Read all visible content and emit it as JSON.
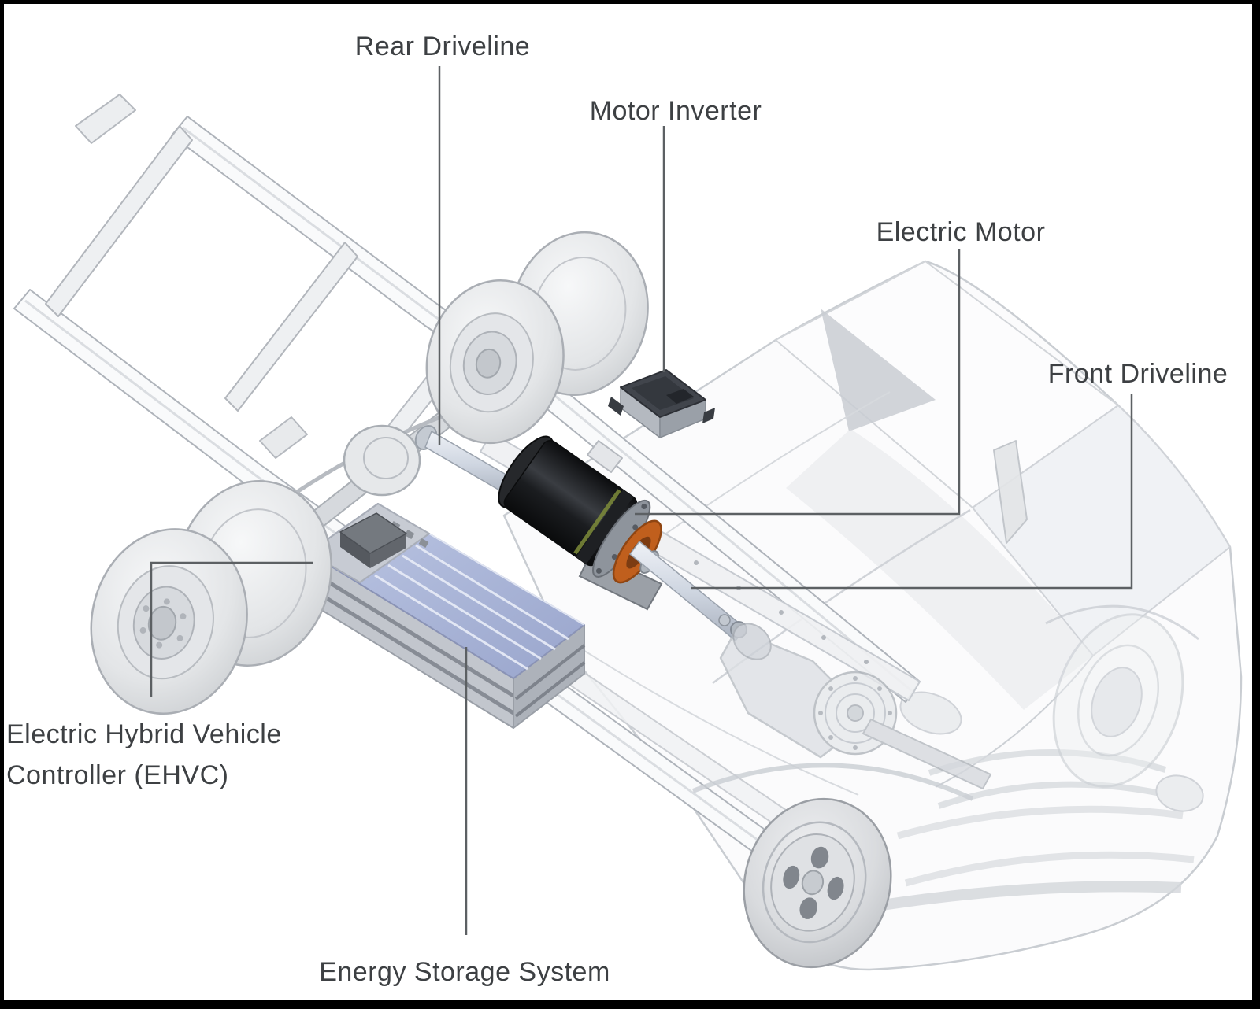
{
  "diagram": {
    "type": "cutaway-technical-illustration",
    "subject": "Hybrid electric truck chassis drivetrain diagram",
    "background": "#ffffff",
    "border_color": "#000000",
    "text_color": "#3d4043",
    "leader_line_color": "#5c6063",
    "labels": {
      "rear_driveline": "Rear Driveline",
      "motor_inverter": "Motor Inverter",
      "electric_motor": "Electric Motor",
      "front_driveline": "Front Driveline",
      "ehvc_line1": "Electric Hybrid Vehicle",
      "ehvc_line2": "Controller (EHVC)",
      "energy_storage_system": "Energy Storage System"
    },
    "component_colors": {
      "electric_motor_body": "#17191b",
      "motor_coupling_orange": "#c05f1d",
      "battery_top_blue": "#aeb9da",
      "inverter_gray": "#41454c",
      "chassis_ghost_gray": "#c9cdd2",
      "wheel_gray": "#d9dbde"
    }
  }
}
